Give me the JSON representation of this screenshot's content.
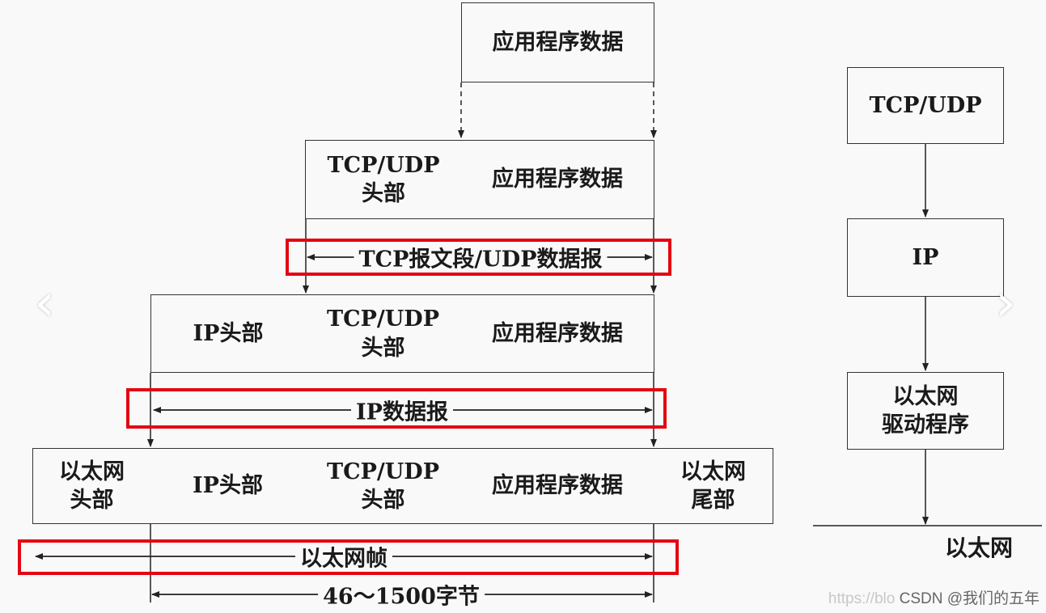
{
  "diagram": {
    "stack": {
      "level1": {
        "app_data": "应用程序数据"
      },
      "level2": {
        "tcp_header": "TCP/UDP\n头部",
        "app_data": "应用程序数据"
      },
      "segment_label": "TCP报文段/UDP数据报",
      "level3": {
        "ip_header": "IP头部",
        "tcp_header": "TCP/UDP\n头部",
        "app_data": "应用程序数据"
      },
      "datagram_label": "IP数据报",
      "level4": {
        "eth_header": "以太网\n头部",
        "ip_header": "IP头部",
        "tcp_header": "TCP/UDP\n头部",
        "app_data": "应用程序数据",
        "eth_trailer": "以太网\n尾部"
      },
      "frame_label": "以太网帧",
      "size_label": "46～1500字节"
    },
    "side_stack": {
      "transport": "TCP/UDP",
      "network": "IP",
      "driver": "以太网\n驱动程序",
      "medium": "以太网"
    },
    "highlight_color": "#e30613",
    "nav": {
      "prev_icon": "‹",
      "next_icon": "›"
    }
  },
  "watermark": {
    "faint_text": "https://blo",
    "text": "CSDN @我们的五年"
  }
}
